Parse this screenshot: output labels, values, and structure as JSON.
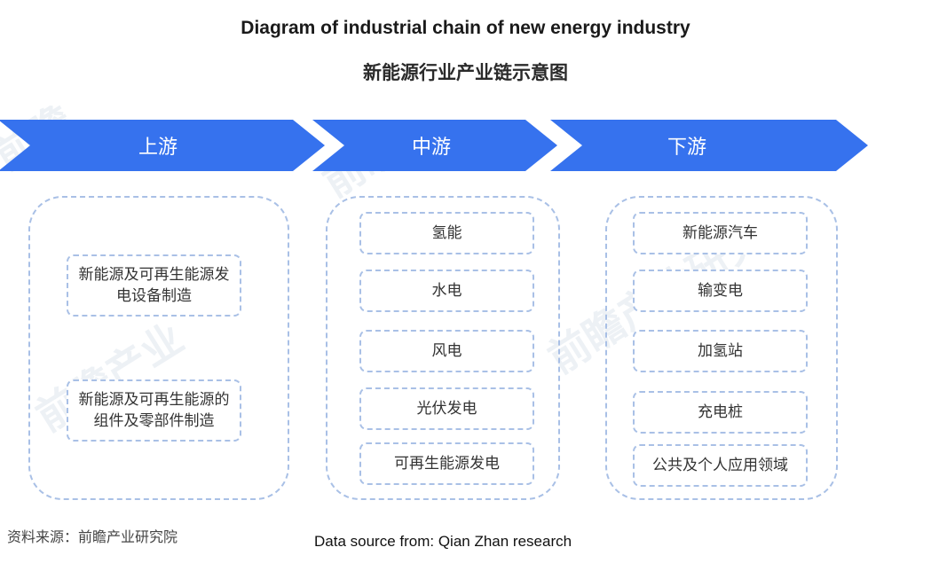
{
  "title_en": "Diagram of industrial chain of new energy industry",
  "title_cn": "新能源行业产业链示意图",
  "stages": [
    {
      "label": "上游",
      "items": [
        "新能源及可再生能源发电设备制造",
        "新能源及可再生能源的组件及零部件制造"
      ]
    },
    {
      "label": "中游",
      "items": [
        "氢能",
        "水电",
        "风电",
        "光伏发电",
        "可再生能源发电"
      ]
    },
    {
      "label": "下游",
      "items": [
        "新能源汽车",
        "输变电",
        "加氢站",
        "充电桩",
        "公共及个人应用领域"
      ]
    }
  ],
  "source_cn": "资料来源：前瞻产业研究院",
  "source_en": "Data source from: Qian Zhan research",
  "colors": {
    "arrow": "#3672ee",
    "dash": "#a9c0e6"
  }
}
